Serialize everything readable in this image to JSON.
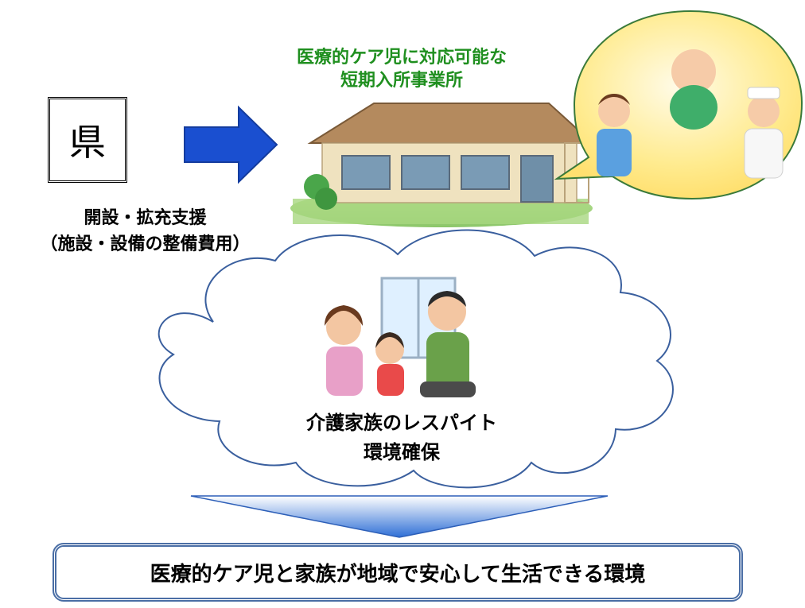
{
  "prefecture": {
    "label": "県"
  },
  "support": {
    "line1": "開設・拡充支援",
    "line2": "（施設・設備の整備費用）"
  },
  "facility": {
    "title_line1": "医療的ケア児に対応可能な",
    "title_line2": "短期入所事業所"
  },
  "cloud": {
    "line1": "介護家族のレスパイト",
    "line2": "環境確保"
  },
  "outcome": {
    "text": "医療的ケア児と家族が地域で安心して生活できる環境"
  },
  "colors": {
    "arrow_blue": "#1a4fd0",
    "title_green": "#1f8f1f",
    "box_border": "#4a6ea5",
    "bubble_yellow": "#ffe98a",
    "funnel_top": "#ffffff",
    "funnel_bottom": "#2f6fd6"
  },
  "icons": [
    "right-arrow-icon",
    "house-illustration",
    "caregiver-illustration",
    "family-illustration",
    "down-funnel-icon"
  ]
}
